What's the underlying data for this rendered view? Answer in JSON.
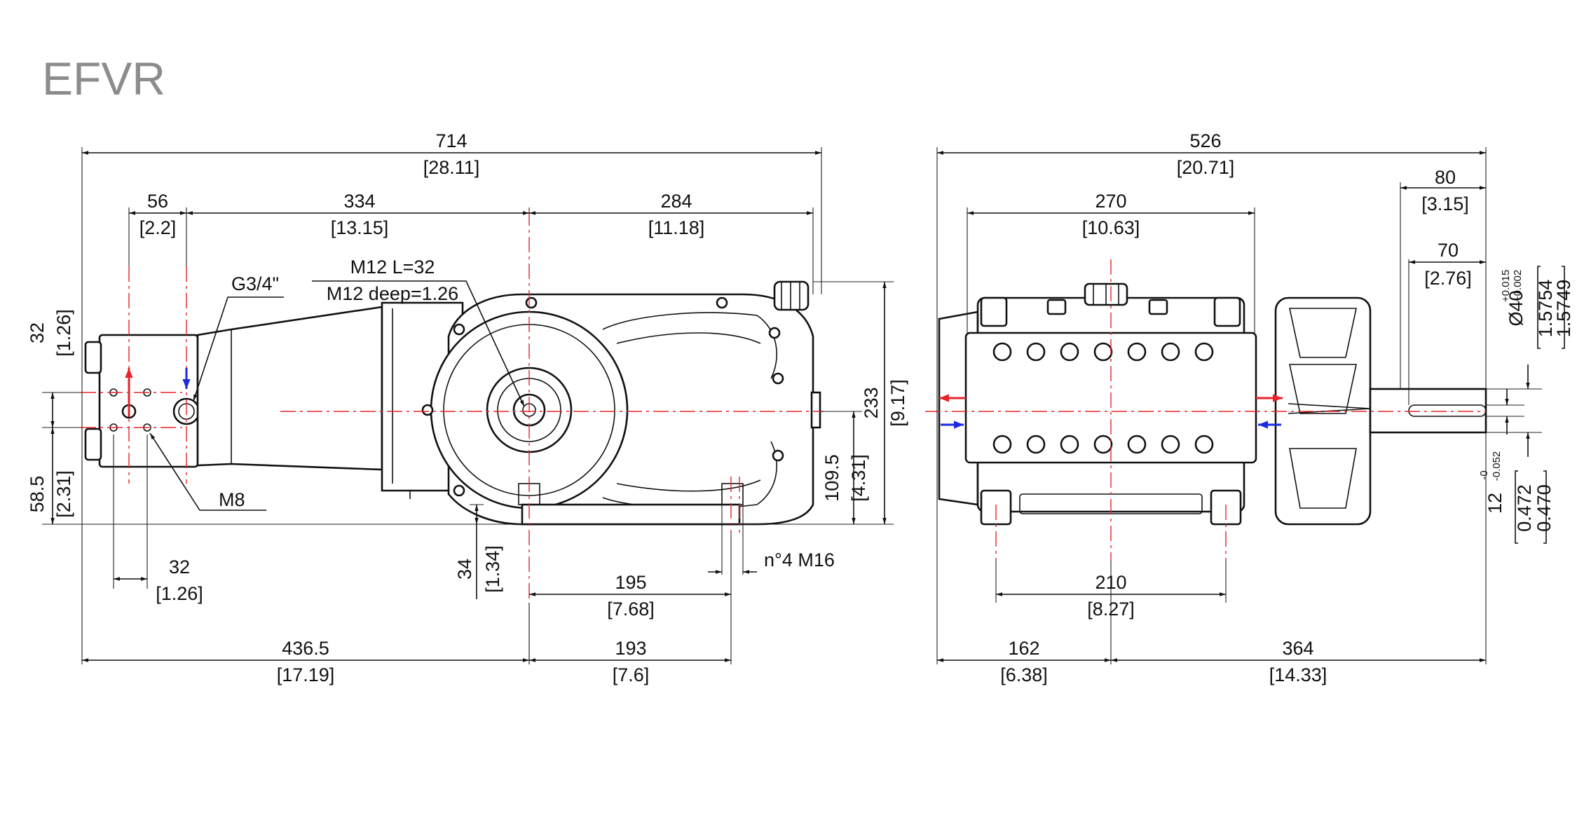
{
  "title": "EFVR",
  "colors": {
    "axis": "#e8232a",
    "inlet": "#1a2be0",
    "outlet": "#e8232a",
    "line": "#111111",
    "title": "#8c8c8c"
  },
  "side_view": {
    "overall_length": {
      "mm": "714",
      "in": "[28.11]"
    },
    "dim_56": {
      "mm": "56",
      "in": "[2.2]"
    },
    "dim_334": {
      "mm": "334",
      "in": "[13.15]"
    },
    "dim_284": {
      "mm": "284",
      "in": "[11.18]"
    },
    "thread_note_1": "M12 L=32",
    "thread_note_2": "M12 deep=1.26",
    "port_label": "G3/4\"",
    "dim_32_vertical": {
      "mm": "32",
      "in": "[1.26]"
    },
    "height_233": {
      "mm": "233",
      "in": "[9.17]"
    },
    "height_109_5": {
      "mm": "109.5",
      "in": "[4.31]"
    },
    "dim_58_5": {
      "mm": "58.5",
      "in": "[2.31]"
    },
    "m8_label": "M8",
    "dim_32_horizontal": {
      "mm": "32",
      "in": "[1.26]"
    },
    "dim_34": {
      "mm": "34",
      "in": "[1.34]"
    },
    "dim_195": {
      "mm": "195",
      "in": "[7.68]"
    },
    "mounting_note": "n°4 M16",
    "dim_436_5": {
      "mm": "436.5",
      "in": "[17.19]"
    },
    "dim_193": {
      "mm": "193",
      "in": "[7.6]"
    }
  },
  "front_view": {
    "overall_width": {
      "mm": "526",
      "in": "[20.71]"
    },
    "dim_270": {
      "mm": "270",
      "in": "[10.63]"
    },
    "dim_80": {
      "mm": "80",
      "in": "[3.15]"
    },
    "dim_70": {
      "mm": "70",
      "in": "[2.76]"
    },
    "shaft_diameter": "Ø40",
    "shaft_tol_upper": "+0.015",
    "shaft_tol_lower": "+0.002",
    "shaft_in_1": "1.5754",
    "shaft_in_2": "1.5749",
    "key_width": "12",
    "key_tol_upper": "-0",
    "key_tol_lower": "-0.052",
    "key_in_1": "0.472",
    "key_in_2": "0.470",
    "dim_210": {
      "mm": "210",
      "in": "[8.27]"
    },
    "dim_162": {
      "mm": "162",
      "in": "[6.38]"
    },
    "dim_364": {
      "mm": "364",
      "in": "[14.33]"
    }
  }
}
